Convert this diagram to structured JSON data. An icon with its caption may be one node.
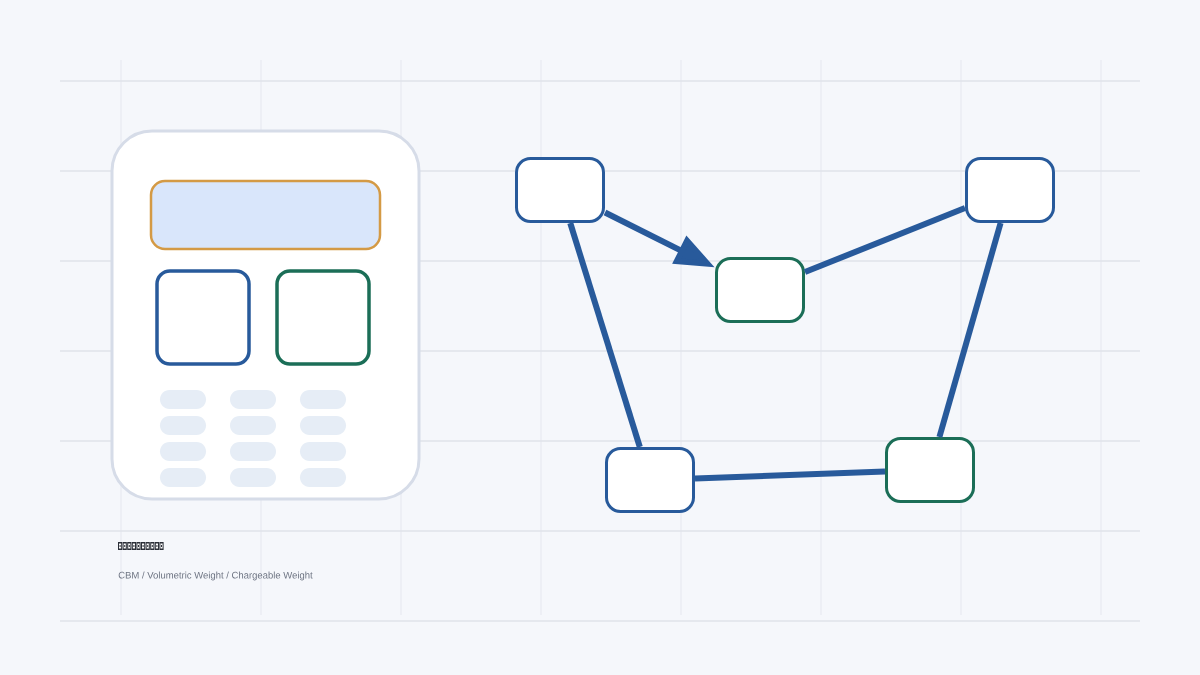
{
  "diagram": {
    "nodes": [
      {
        "text": [],
        "shape": "box"
      },
      {
        "text": [],
        "shape": "box"
      },
      {
        "text": [],
        "shape": "box"
      },
      {
        "text": [],
        "shape": "box"
      },
      {
        "text": [],
        "shape": "box"
      }
    ],
    "edges": [
      {
        "from": 0,
        "to": 1,
        "arrow": "to"
      },
      {
        "from": 1,
        "to": 2,
        "arrow": "none"
      },
      {
        "from": 0,
        "to": 3,
        "arrow": "none"
      },
      {
        "from": 3,
        "to": 4,
        "arrow": "none"
      },
      {
        "from": 4,
        "to": 2,
        "arrow": "none"
      }
    ],
    "labels": [
      "CBM / Volumetric Weight / Chargeable Weight"
    ]
  }
}
